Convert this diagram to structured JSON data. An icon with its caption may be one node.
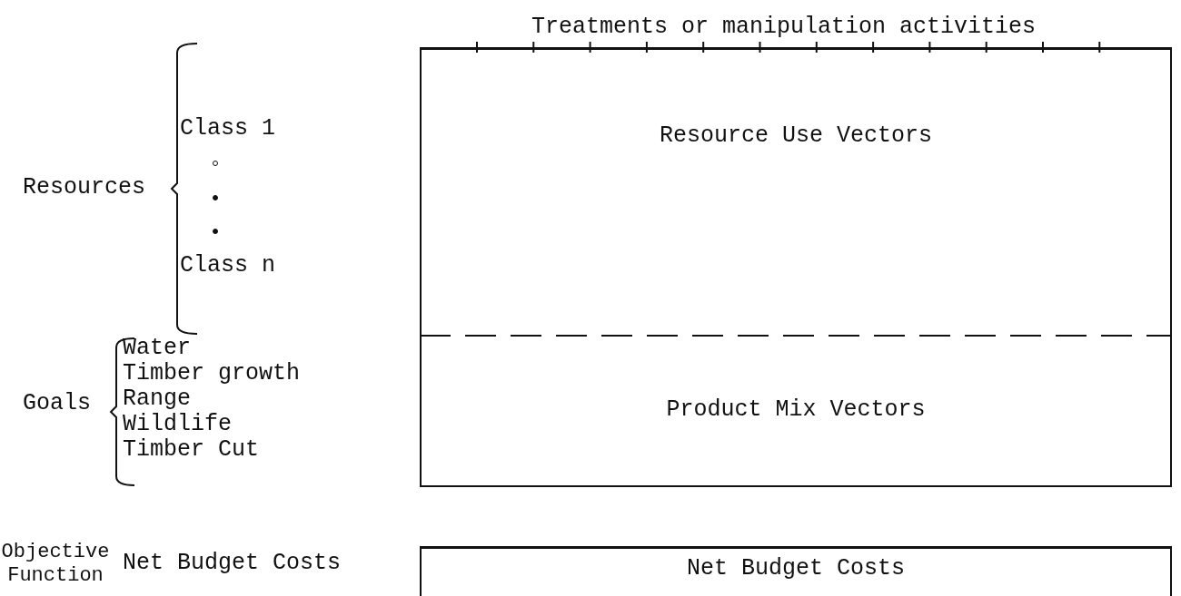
{
  "diagram": {
    "nodes": [
      {
        "text": [
          "Resource Use Vectors"
        ]
      },
      {
        "text": [
          "Product Mix Vectors"
        ]
      },
      {
        "text": [
          "Net Budget Costs"
        ]
      }
    ],
    "edges": [],
    "labels": [
      "Treatments or manipulation activities",
      "Resources",
      "Class 1",
      "Class n",
      "Goals",
      "Water",
      "Timber growth",
      "Range",
      "Wildlife",
      "Timber Cut",
      "Objective Function",
      "Net Budget Costs"
    ]
  }
}
